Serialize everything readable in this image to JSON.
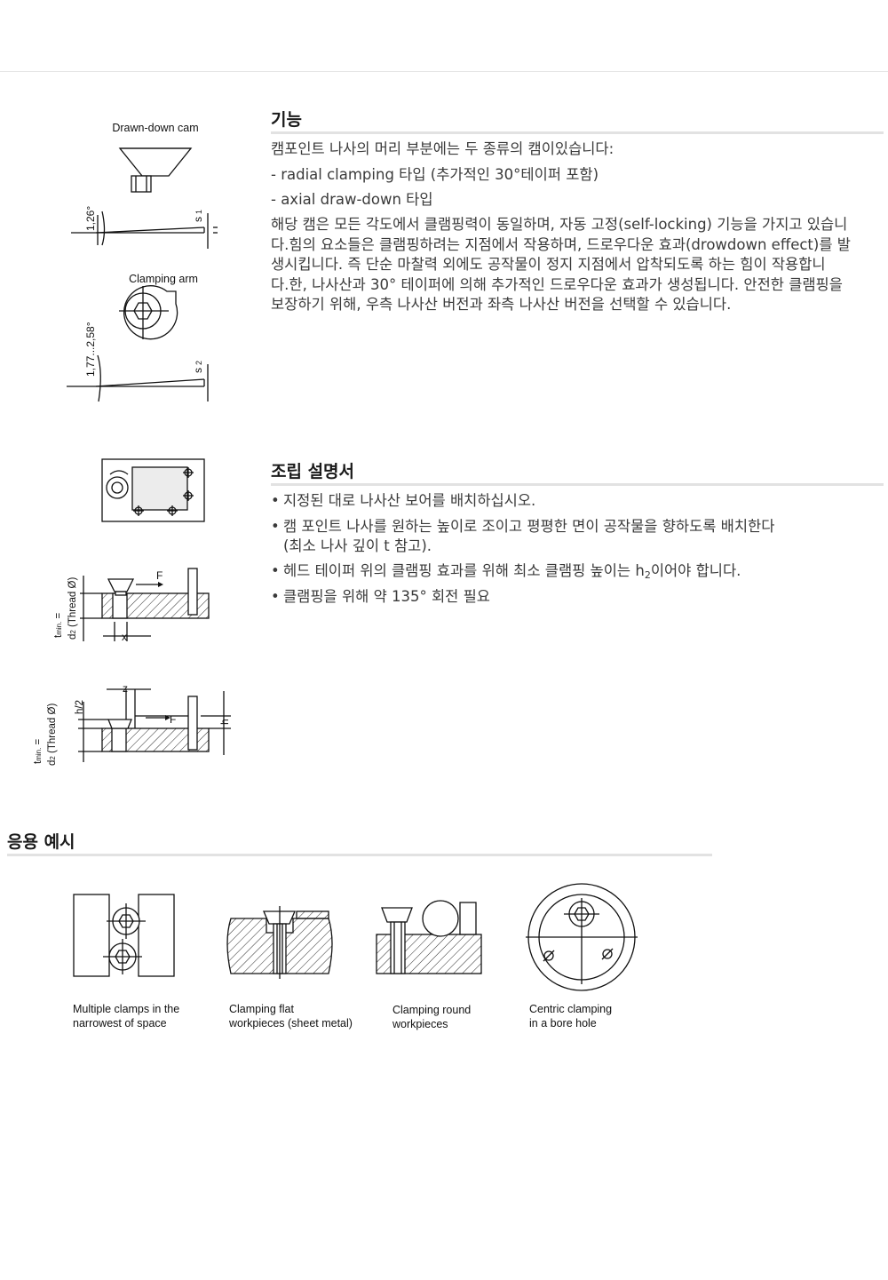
{
  "function": {
    "title": "기능",
    "lines": [
      "캠포인트 나사의 머리 부분에는 두 종류의 캠이있습니다:",
      "- radial clamping 타입 (추가적인 30°테이퍼 포함)",
      "- axial draw-down 타입"
    ],
    "para_lines": [
      "해당 캠은 모든 각도에서 클램핑력이 동일하며, 자동 고정(self-locking) 기능을 가지고 있습니",
      "다.힘의 요소들은 클램핑하려는 지점에서 작용하며, 드로우다운 효과(drowdown effect)를 발",
      "생시킵니다. 즉 단순 마찰력 외에도 공작물이 정지 지점에서 압착되도록 하는 힘이 작용합니",
      "다.한, 나사산과 30° 테이퍼에 의해 추가적인 드로우다운 효과가 생성됩니다. 안전한 클램핑을",
      "보장하기 위해, 우측 나사산 버전과 좌측 나사산 버전을 선택할 수 있습니다."
    ]
  },
  "assembly": {
    "title": "조립 설명서",
    "b1": "지정된 대로 나사산 보어를 배치하십시오.",
    "b2_l1": "캠 포인트 나사를 원하는 높이로 조이고 평평한 면이 공작물을 향하도록 배치한다",
    "b2_l2": "(최소 나사 깊이 t 참고).",
    "b3_pre": "헤드 테이퍼 위의 클램핑 효과를 위해 최소 클램핑 높이는 h",
    "b3_sub": "2",
    "b3_post": "이어야 합니다.",
    "b4": "클램핑을 위해 약 135° 회전 필요"
  },
  "examples": {
    "title": "응용 예시",
    "captions": [
      [
        "Multiple clamps in the",
        "narrowest of space"
      ],
      [
        "Clamping flat",
        "workpieces (sheet metal)"
      ],
      [
        "Clamping round",
        "workpieces"
      ],
      [
        "Centric clamping",
        "in a bore hole"
      ]
    ]
  },
  "drawing_labels": {
    "drawn_down_cam": "Drawn-down cam",
    "clamping_arm": "Clamping arm",
    "angle1": "1,26°",
    "angle2": "1,77...2,58°",
    "s": "s",
    "sub1": "1",
    "sub2": "2",
    "F": "F",
    "x": "x",
    "z": "z",
    "h": "h",
    "h_half": "h/2",
    "t": "t",
    "min": "min.",
    "eq": "=",
    "d": "d",
    "thread": "(Thread Ø)"
  }
}
